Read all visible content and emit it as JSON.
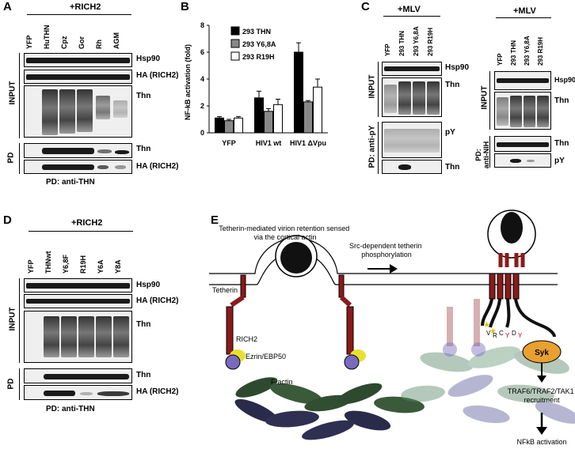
{
  "panels": {
    "A": {
      "label": "A",
      "header": "+RICH2",
      "lanes": [
        "YFP",
        "HuTHN",
        "Cpz",
        "Gor",
        "Rh",
        "AGM"
      ],
      "rows": [
        "Hsp90",
        "HA (RICH2)",
        "Thn",
        "Thn",
        "HA (RICH2)"
      ],
      "groups": [
        "INPUT",
        "PD"
      ],
      "caption": "PD: anti-THN"
    },
    "B": {
      "label": "B"
    },
    "C": {
      "label": "C",
      "left": {
        "header": "+MLV",
        "lanes": [
          "YFP",
          "293 THN",
          "293 Y6,8A",
          "293 R19H"
        ],
        "rows": [
          "Hsp90",
          "Thn",
          "pY",
          "Thn"
        ],
        "groups": [
          "INPUT",
          "PD: anti-pY"
        ]
      },
      "right": {
        "header": "+MLV",
        "lanes": [
          "YFP",
          "293 THN",
          "293 Y6,8A",
          "293 R19H"
        ],
        "rows": [
          "Hsp90",
          "Thn",
          "Thn",
          "pY"
        ],
        "groups": [
          "INPUT",
          "PD:\nanti-NIH"
        ]
      }
    },
    "D": {
      "label": "D",
      "header": "+RICH2",
      "lanes": [
        "YFP",
        "THNwt",
        "Y6,8F",
        "R19H",
        "Y6A",
        "Y8A"
      ],
      "rows": [
        "Hsp90",
        "HA (RICH2)",
        "Thn",
        "Thn",
        "HA (RICH2)"
      ],
      "groups": [
        "INPUT",
        "PD"
      ],
      "caption": "PD: anti-THN"
    },
    "E": {
      "label": "E",
      "retention": "Tetherin-mediated virion retention sensed via the cortical actin",
      "src": "Src-dependent tetherin phosphorylation",
      "tetherin": "Tetherin",
      "rich2": "RICH2",
      "ezrin": "Ezrin/EBP50",
      "factin": "F-actin",
      "syk": "Syk",
      "motif": [
        "V",
        "R",
        "C",
        "Y",
        "D",
        "Y"
      ],
      "traf": "TRAF6/TRAF2/TAK1 recruitment",
      "nfkb": "NFkB activation"
    }
  },
  "chart_data": {
    "type": "bar",
    "ylabel": "NF-kB activation (fold)",
    "ylim": [
      0,
      8
    ],
    "yticks": [
      0,
      2,
      4,
      6,
      8
    ],
    "categories": [
      "YFP",
      "HIV1 wt",
      "HIV1 ΔVpu"
    ],
    "series": [
      {
        "name": "293 THN",
        "color": "#000000",
        "values": [
          1.1,
          2.6,
          6.0
        ],
        "errors": [
          0.1,
          0.5,
          0.7
        ]
      },
      {
        "name": "293 Y6,8A",
        "color": "#888888",
        "values": [
          0.9,
          1.6,
          2.3
        ],
        "errors": [
          0.1,
          0.2,
          0.1
        ]
      },
      {
        "name": "293 R19H",
        "color": "#ffffff",
        "values": [
          1.1,
          2.1,
          3.4
        ],
        "errors": [
          0.1,
          0.4,
          0.6
        ]
      }
    ],
    "legend_position": "top-left"
  }
}
